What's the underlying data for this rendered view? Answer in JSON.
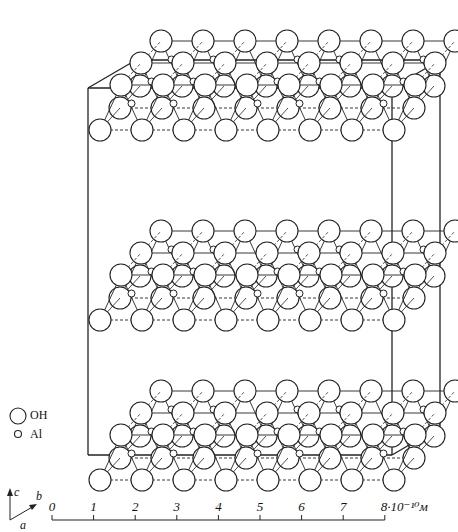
{
  "diagram": {
    "labels": [
      "c",
      "b",
      "a",
      "0",
      "1",
      "2",
      "3",
      "4",
      "5",
      "6",
      "7",
      "8·10⁻¹⁰м"
    ],
    "legend": [
      {
        "text": "OH"
      },
      {
        "text": "Al"
      }
    ]
  }
}
